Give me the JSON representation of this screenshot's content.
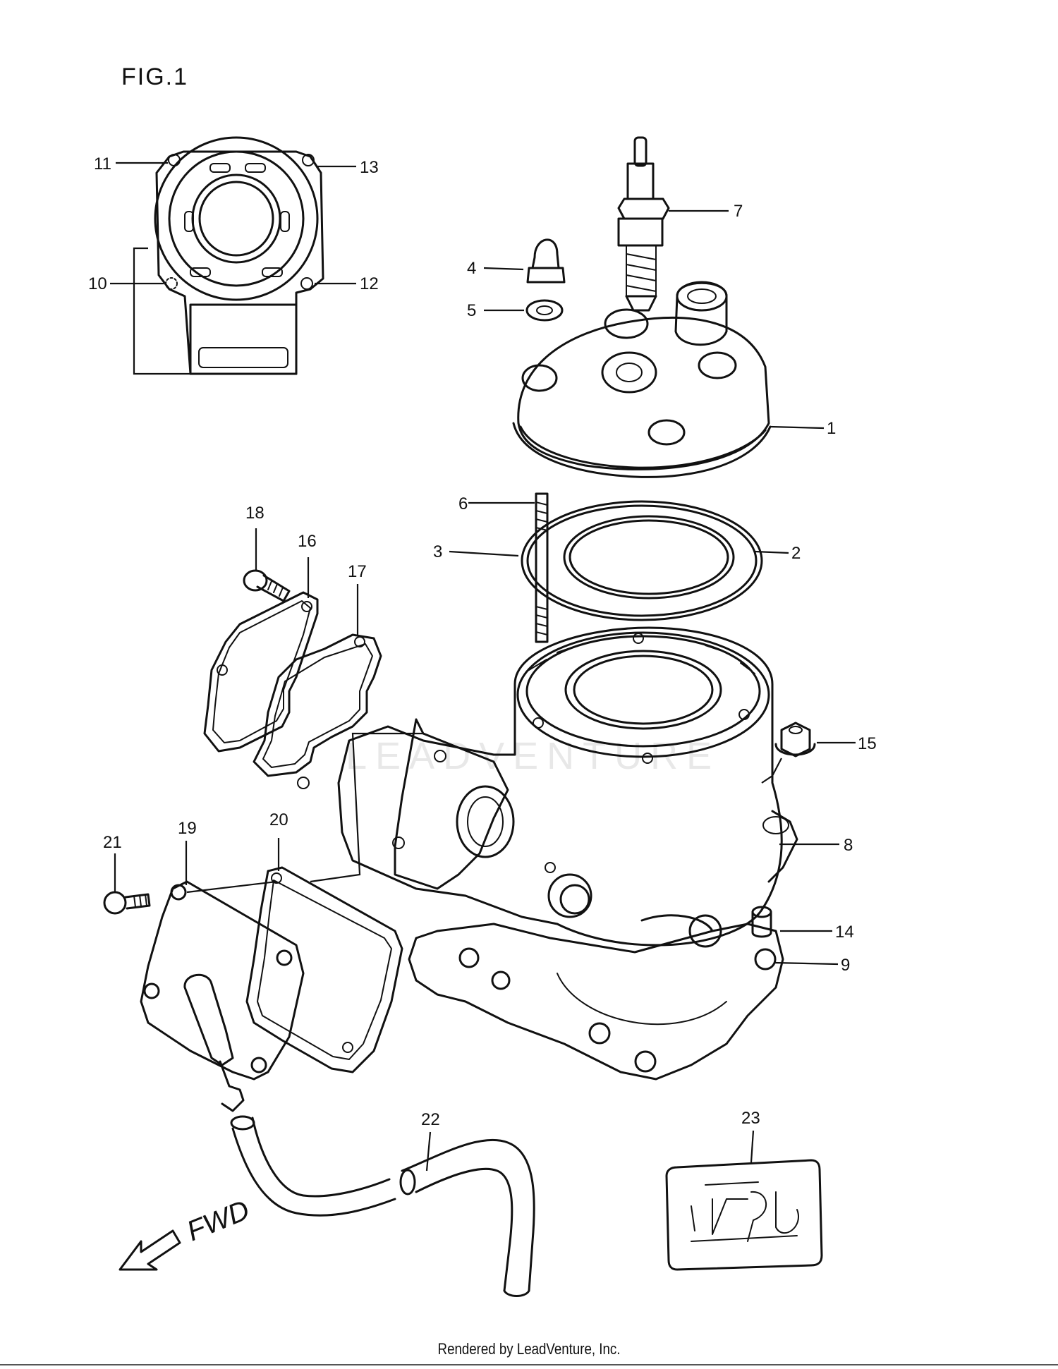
{
  "figure_label": "FIG.1",
  "direction_label": "FWD",
  "watermark": "LEADVENTURE",
  "footer": "Rendered by LeadVenture, Inc.",
  "callouts": {
    "c1": "1",
    "c2": "2",
    "c3": "3",
    "c4": "4",
    "c5": "5",
    "c6": "6",
    "c7": "7",
    "c8": "8",
    "c9": "9",
    "c10": "10",
    "c11": "11",
    "c12": "12",
    "c13": "13",
    "c14": "14",
    "c15": "15",
    "c16": "16",
    "c17": "17",
    "c18": "18",
    "c19": "19",
    "c20": "20",
    "c21": "21",
    "c22": "22",
    "c23": "23"
  }
}
